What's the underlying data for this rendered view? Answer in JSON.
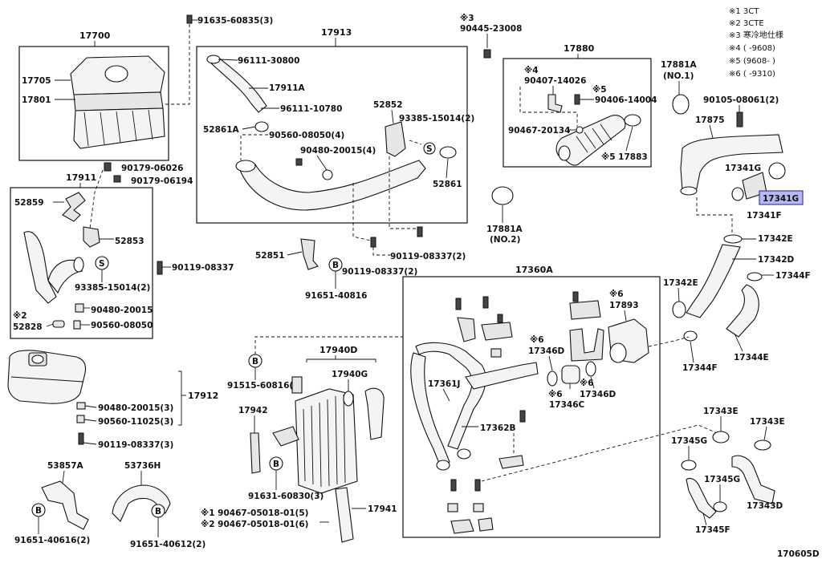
{
  "notes": [
    "※1 3CT",
    "※2 3CTE",
    "※3 寒冷地仕様",
    "※4 (    -9608)",
    "※5 (9608-    )",
    "※6 (    -9310)"
  ],
  "groups": {
    "g17700": "17700",
    "g17913": "17913",
    "g17880": "17880",
    "g17911": "17911",
    "g17912": "17912",
    "g17360A": "17360A",
    "g17940D": "17940D"
  },
  "parts": {
    "p91635": "91635-60835(3)",
    "p90445": "90445-23008",
    "s3": "※3",
    "p17705": "17705",
    "p17801": "17801",
    "p96111a": "96111-30800",
    "p17911A": "17911A",
    "p96111b": "96111-10780",
    "p52861A": "52861A",
    "p90560a": "90560-08050(4)",
    "p90480a": "90480-20015(4)",
    "p52852": "52852",
    "p93385a": "93385-15014(2)",
    "p52861": "52861",
    "s4": "※4",
    "p90407": "90407-14026",
    "s5a": "※5",
    "p90406": "90406-14004",
    "p90467a": "90467-20134",
    "p17883": "※5 17883",
    "p17881A1": "17881A",
    "no1": "(NO.1)",
    "p17881A2": "17881A",
    "no2": "(NO.2)",
    "p90105": "90105-08061(2)",
    "p17875": "17875",
    "p17341G1": "17341G",
    "p17341G2": "17341G",
    "p17341F": "17341F",
    "p90179a": "90179-06026",
    "p90179b": "90179-06194",
    "p52859": "52859",
    "p52853": "52853",
    "p93385b": "93385-15014(2)",
    "p90119a": "90119-08337",
    "s2a": "※2",
    "p52828": "52828",
    "p90480b": "90480-20015",
    "p90560b": "90560-08050",
    "p52851": "52851",
    "p90119b": "90119-08337(2)",
    "p90119c": "90119-08337(2)",
    "p91651a": "91651-40816",
    "p17342E1": "17342E",
    "p17342D": "17342D",
    "p17344F1": "17344F",
    "p17342E2": "17342E",
    "p17344F2": "17344F",
    "p17344E": "17344E",
    "p90480c": "90480-20015(3)",
    "p90560c": "90560-11025(3)",
    "p90119d": "90119-08337(3)",
    "p91515": "91515-60816(3)",
    "p17940G": "17940G",
    "p17942": "17942",
    "p91631": "91631-60830(3)",
    "p17941": "17941",
    "p90467b": "※1 90467-05018-01(5)",
    "p90467c": "※2 90467-05018-01(6)",
    "p53857A": "53857A",
    "p53736H": "53736H",
    "p91651b": "91651-40616(2)",
    "p91651c": "91651-40612(2)",
    "s6a": "※6",
    "p17346D1": "17346D",
    "s6b": "※6",
    "p17346C": "17346C",
    "s6c": "※6",
    "p17346D2": "17346D",
    "s6d": "※6",
    "p17893": "17893",
    "p17361J": "17361J",
    "p17362B": "17362B",
    "p17343E1": "17343E",
    "p17343E2": "17343E",
    "p17345G1": "17345G",
    "p17345G2": "17345G",
    "p17343D": "17343D",
    "p17345F": "17345F",
    "code": "170605D"
  },
  "markers": {
    "S": "S",
    "B": "B"
  }
}
